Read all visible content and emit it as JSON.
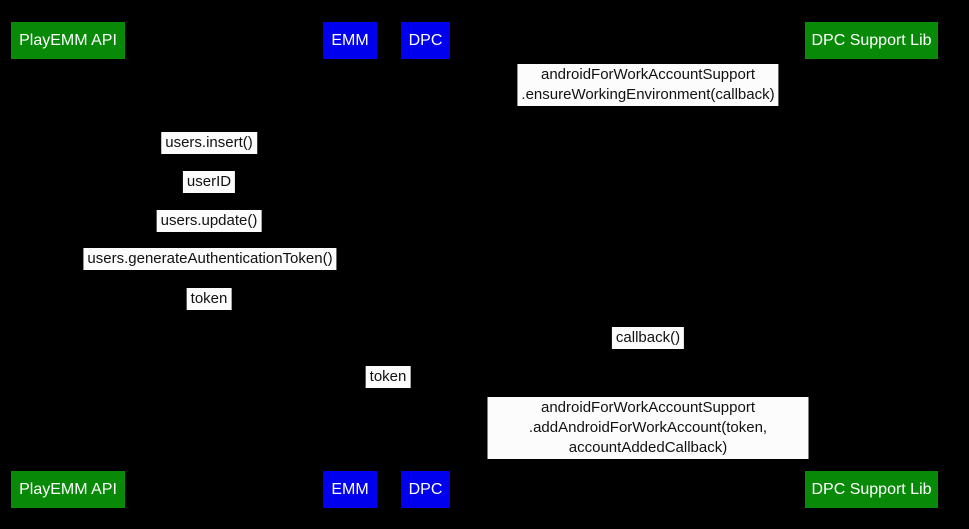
{
  "colors": {
    "background": "#000000",
    "actor_green": "#088a08",
    "actor_blue": "#0000ee",
    "actor_text": "#ffffff",
    "label_background": "#fcfcfc",
    "label_text": "#111111"
  },
  "actors": [
    {
      "label": "PlayEMM API",
      "color": "green"
    },
    {
      "label": "EMM",
      "color": "blue"
    },
    {
      "label": "DPC",
      "color": "blue"
    },
    {
      "label": "DPC Support Lib",
      "color": "green"
    }
  ],
  "messages": [
    {
      "text": "androidForWorkAccountSupport\n.ensureWorkingEnvironment(callback)"
    },
    {
      "text": "users.insert()"
    },
    {
      "text": "userID"
    },
    {
      "text": "users.update()"
    },
    {
      "text": "users.generateAuthenticationToken()"
    },
    {
      "text": "token"
    },
    {
      "text": "callback()"
    },
    {
      "text": "token"
    },
    {
      "text": "androidForWorkAccountSupport\n.addAndroidForWorkAccount(token, accountAddedCallback)"
    }
  ]
}
